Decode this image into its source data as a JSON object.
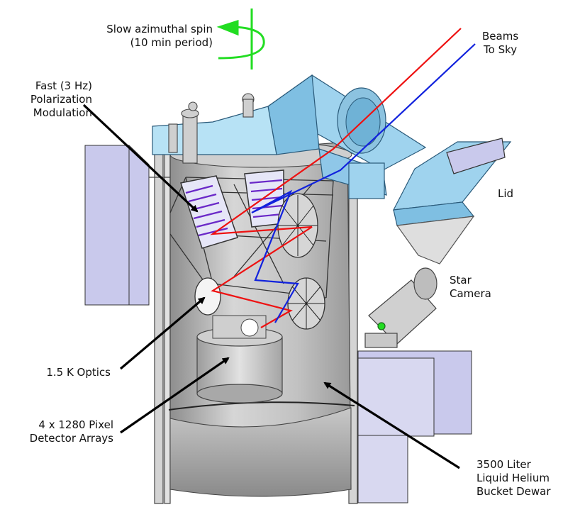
{
  "labels": {
    "spin": [
      "Slow azimuthal spin",
      "(10 min period)"
    ],
    "beams": [
      "Beams",
      "To Sky"
    ],
    "fast": [
      "Fast (3 Hz)",
      "Polarization",
      "Modulation"
    ],
    "lid": "Lid",
    "star": [
      "Star",
      "Camera"
    ],
    "optics": "1.5 K Optics",
    "detector": [
      "4 x 1280 Pixel",
      "Detector Arrays"
    ],
    "dewar": [
      "3500 Liter",
      "Liquid Helium",
      "Bucket Dewar"
    ]
  },
  "colors": {
    "beam_red": "#ee1111",
    "beam_blue": "#1122dd",
    "spin_green": "#22dd22",
    "baffle_blue": "#9fd3ee",
    "panel_lavender": "#c9c9ec",
    "polarizer_purple": "#6a28c8",
    "metal_gray": "#bdbdbd",
    "arrow_black": "#000000"
  }
}
